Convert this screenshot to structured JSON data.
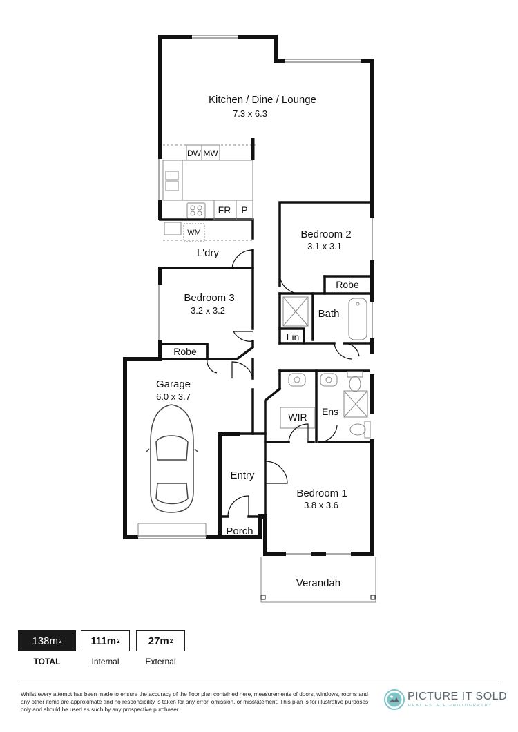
{
  "rooms": [
    {
      "name": "Kitchen / Dine / Lounge",
      "dims": "7.3 x 6.3"
    },
    {
      "name": "Bedroom 2",
      "dims": "3.1 x 3.1"
    },
    {
      "name": "Bedroom 3",
      "dims": "3.2 x 3.2"
    },
    {
      "name": "Garage",
      "dims": "6.0 x 3.7"
    },
    {
      "name": "Bedroom 1",
      "dims": "3.8 x 3.6"
    }
  ],
  "labels": {
    "laundry": "L'dry",
    "bath": "Bath",
    "linen": "Lin",
    "robe_bed2": "Robe",
    "robe_bed3": "Robe",
    "wir": "WIR",
    "ensuite": "Ens",
    "entry": "Entry",
    "porch": "Porch",
    "verandah": "Verandah"
  },
  "fixtures": {
    "dishwasher": "DW",
    "microwave": "MW",
    "fridge": "FR",
    "pantry": "P",
    "washing_machine": "WM"
  },
  "areas": {
    "total_value": "138m",
    "total_label": "TOTAL",
    "internal_value": "111m",
    "internal_label": "Internal",
    "external_value": "27m",
    "external_label": "External",
    "unit_superscript": "2"
  },
  "footer": {
    "disclaimer": "Whilst every attempt has been made to ensure the accuracy of the floor plan contained here, measurements of doors, windows, rooms and any other items are approximate and no responsibility is taken for any error, omission, or misstatement. This plan is for illustrative purposes only and should be used as such by any prospective purchaser.",
    "logo_name": "PICTURE IT SOLD",
    "logo_tagline": "REAL ESTATE PHOTOGRAPHY",
    "logo_icon": "house-photo-logo-icon",
    "logo_color": "#7fc4c7"
  }
}
